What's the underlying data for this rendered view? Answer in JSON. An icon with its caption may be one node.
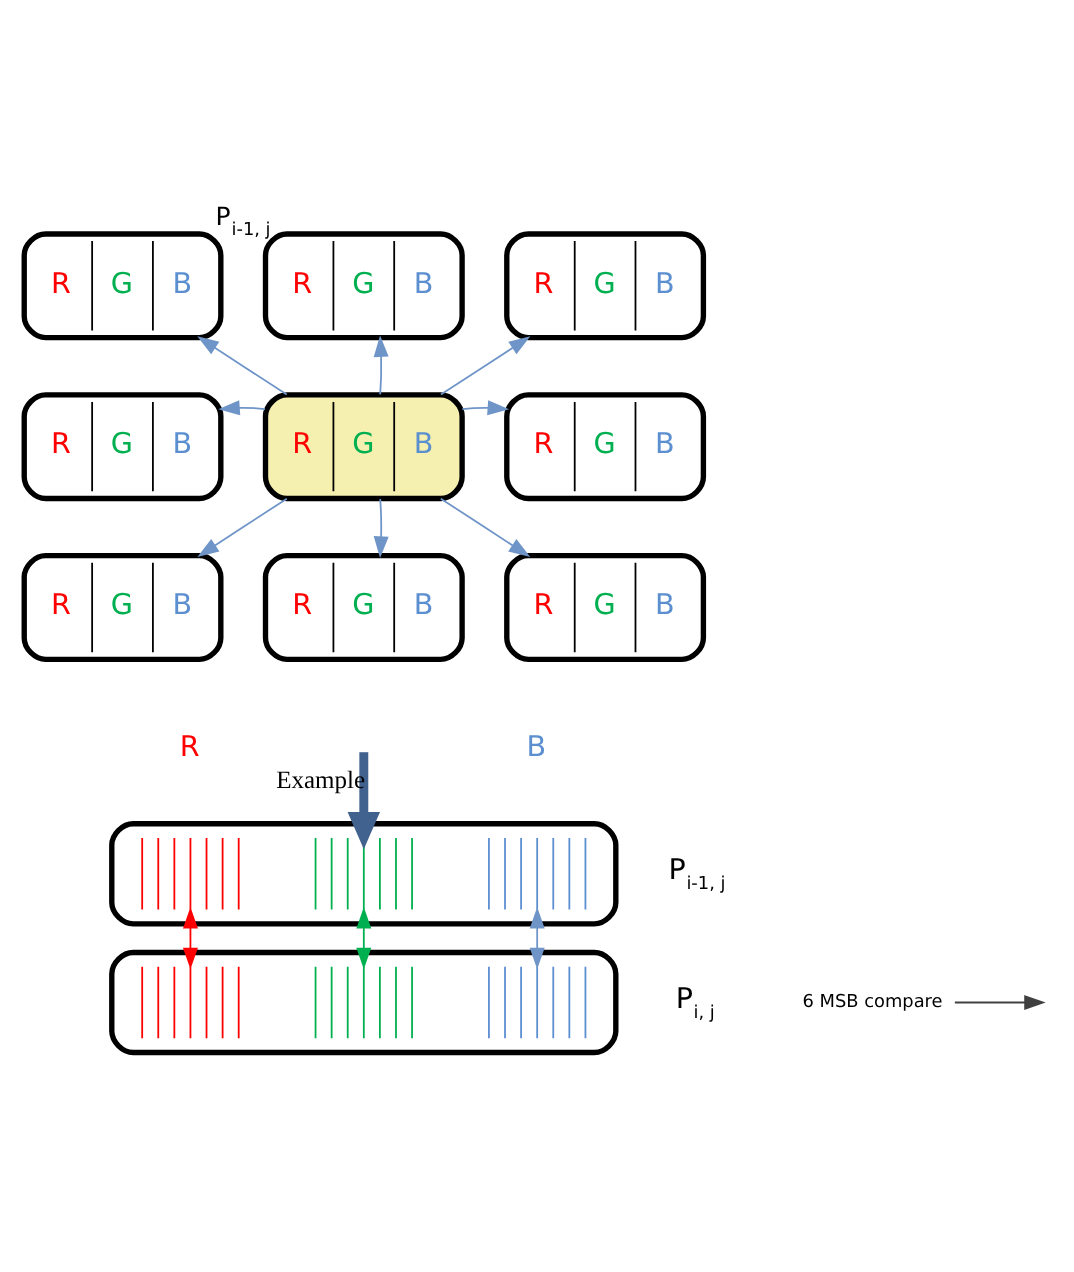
{
  "diagram": {
    "nodes": [
      {
        "text": [
          "R",
          "G",
          "B"
        ]
      },
      {
        "text": [
          "R",
          "G",
          "B"
        ],
        "beside": [
          "P$_{i-1, j}$"
        ]
      },
      {
        "text": [
          "R",
          "G",
          "B"
        ]
      },
      {
        "text": [
          "R",
          "G",
          "B"
        ]
      },
      {
        "text": [
          "R",
          "G",
          "B"
        ]
      },
      {
        "text": [
          "R",
          "G",
          "B"
        ]
      },
      {
        "text": [
          "R",
          "G",
          "B"
        ]
      },
      {
        "text": [
          "R",
          "G",
          "B"
        ]
      },
      {
        "text": [
          "R",
          "G",
          "B"
        ]
      },
      {
        "text": [],
        "shape": "bar",
        "beside": [
          "P$_{i-1, j}$"
        ]
      },
      {
        "text": [],
        "shape": "box",
        "in": 9
      },
      {
        "text": [],
        "shape": "box",
        "in": 9
      },
      {
        "text": [],
        "shape": "box",
        "in": 9
      },
      {
        "text": [],
        "shape": "bar",
        "beside": [
          "P$_{i, j}$"
        ]
      },
      {
        "text": [],
        "shape": "box",
        "in": 13
      },
      {
        "text": [],
        "shape": "box",
        "in": 13
      },
      {
        "text": [],
        "shape": "box",
        "in": 13
      },
      {
        "text": [
          "6 MSB compare"
        ]
      }
    ],
    "edges": [
      {
        "from": 4,
        "to": 0,
        "arrow": "to"
      },
      {
        "from": 4,
        "to": 1,
        "arrow": "to"
      },
      {
        "from": 4,
        "to": 2,
        "arrow": "to"
      },
      {
        "from": 4,
        "to": 3,
        "arrow": "to"
      },
      {
        "from": 4,
        "to": 5,
        "arrow": "to"
      },
      {
        "from": 4,
        "to": 6,
        "arrow": "to"
      },
      {
        "from": 4,
        "to": 7,
        "arrow": "to"
      },
      {
        "from": 4,
        "to": 8,
        "arrow": "to"
      },
      {
        "from": null,
        "to": 11,
        "arrow": "to",
        "label": "Example",
        "style": "thick",
        "color": "#41618f"
      },
      {
        "from": 10,
        "to": 14,
        "arrow": "both",
        "color": "#ff0000"
      },
      {
        "from": 11,
        "to": 15,
        "arrow": "both",
        "color": "#00b050"
      },
      {
        "from": 12,
        "to": 16,
        "arrow": "both"
      },
      {
        "from": 17,
        "to": null,
        "arrow": "to",
        "color": "#404040"
      }
    ],
    "labels": [
      "R",
      "B"
    ]
  }
}
